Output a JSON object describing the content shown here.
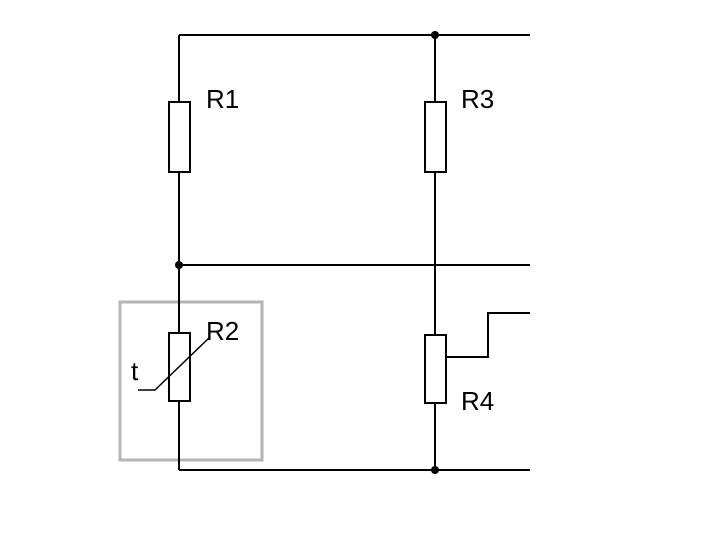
{
  "labels": {
    "r1": "R1",
    "r2": "R2",
    "r3": "R3",
    "r4": "R4",
    "t": "t"
  },
  "colors": {
    "wire": "#000000",
    "sensor_box": "#b5b5b5",
    "background": "#ffffff"
  }
}
